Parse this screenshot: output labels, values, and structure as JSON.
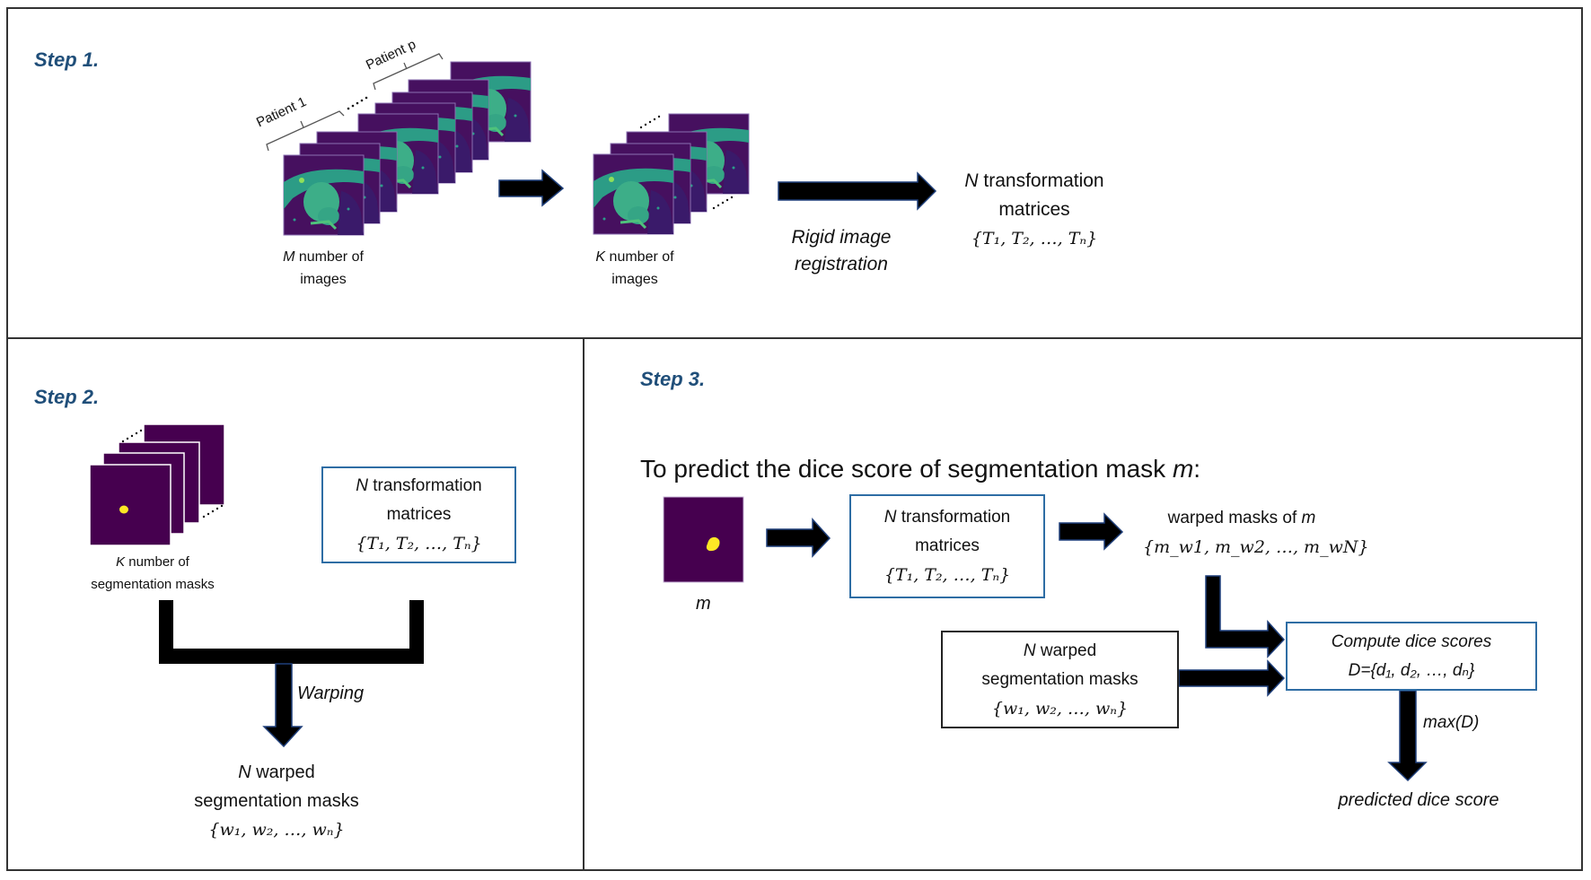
{
  "colors": {
    "step_label": "#1f4e79",
    "blue_box_border": "#2e6da4",
    "arrow_fill": "#000000",
    "arrow_edge": "#1f3f7a",
    "mask_background": "#440154",
    "mask_foreground": "#fde725",
    "ct_teal": "#2fa37f",
    "ct_green": "#3dbc74"
  },
  "step1": {
    "label": "Step 1.",
    "bracket_patient_1": "Patient 1",
    "bracket_patient_p": "Patient p",
    "ellipsis": ".....",
    "m_images_var": "M",
    "m_images_rest": " number of",
    "m_images_line2": "images",
    "k_images_var": "K",
    "k_images_rest": " number of",
    "k_images_line2": "images",
    "registration_line1": "Rigid image",
    "registration_line2": "registration",
    "output_var": "N",
    "output_line1_rest": " transformation",
    "output_line2": "matrices",
    "output_set": "{T₁, T₂, …, Tₙ}"
  },
  "step2": {
    "label": "Step 2.",
    "masks_var": "K",
    "masks_line1_rest": " number of",
    "masks_line2": "segmentation masks",
    "box_var": "N",
    "box_line1_rest": " transformation",
    "box_line2": "matrices",
    "box_set": "{T₁, T₂, …, Tₙ}",
    "warping_label": "Warping",
    "result_var": "N",
    "result_line1_rest": " warped",
    "result_line2": "segmentation masks",
    "result_set": "{w₁, w₂, …, wₙ}"
  },
  "step3": {
    "label": "Step 3.",
    "lead_text": "To predict the dice score of segmentation mask ",
    "lead_var": "m",
    "lead_colon": ":",
    "mask_label": "m",
    "box_var": "N",
    "box_line1_rest": " transformation",
    "box_line2": "matrices",
    "box_set": "{T₁, T₂, …, Tₙ}",
    "warped_of_m_line1": "warped masks of ",
    "warped_of_m_var": "m",
    "warped_of_m_set": "{m_w1, m_w2, …, m_wN}",
    "warped_box_var": "N",
    "warped_box_line1_rest": " warped",
    "warped_box_line2": "segmentation masks",
    "warped_box_set": "{w₁, w₂, …, wₙ}",
    "compute_line1": "Compute dice scores",
    "compute_line2": "D={d₁, d₂, …, dₙ}",
    "max_label": "max(D)",
    "result_label": "predicted dice score"
  }
}
